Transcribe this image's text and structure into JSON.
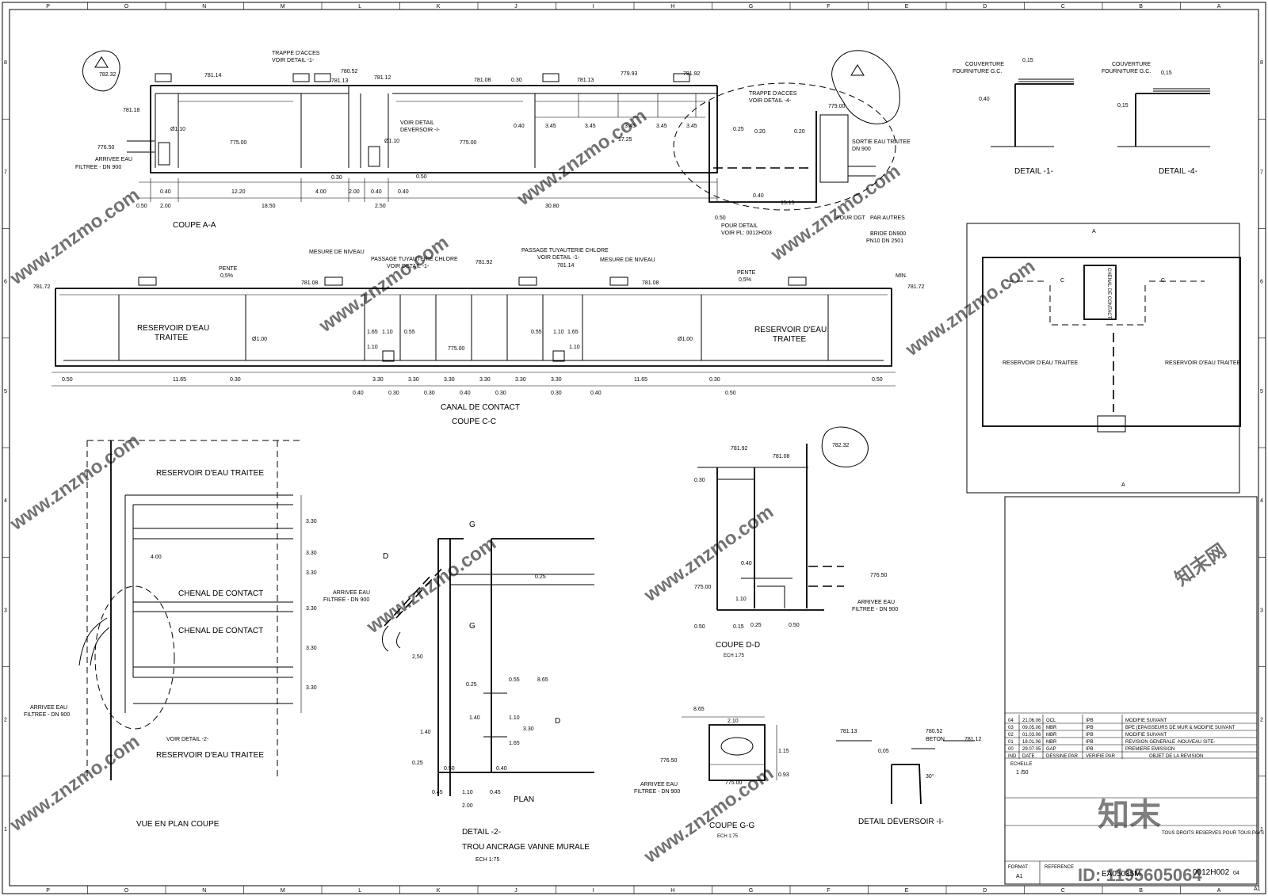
{
  "frame": {
    "columns": [
      "P",
      "O",
      "N",
      "M",
      "L",
      "K",
      "J",
      "I",
      "H",
      "G",
      "F",
      "E",
      "D",
      "C",
      "B",
      "A"
    ],
    "rows": [
      "8",
      "7",
      "6",
      "5",
      "4",
      "3",
      "2",
      "1"
    ]
  },
  "coupe_aa": {
    "title": "COUPE A-A",
    "trappe": "TRAPPE D'ACCES",
    "voir1": "VOIR DETAIL -1-",
    "trappe2": "TRAPPE D'ACCES",
    "voir4": "VOIR DETAIL -4-",
    "voir_dev": "VOIR DETAIL",
    "deversoir": "DEVERSOIR -I-",
    "arrivee": "ARRIVEE EAU",
    "filtree": "FILTREE - DN 900",
    "sortie": "SORTIE EAU TRAITEE",
    "dn900": "DN 900",
    "pour_detail": "POUR DETAIL",
    "voir_pl": "VOIR PL: 0012H003",
    "pour_dgt": "POUR DGT",
    "par_autres": "PAR AUTRES",
    "bride": "BRIDE DN900",
    "pn10": "PN10 DN 2501",
    "levels": {
      "l78232": "782.32",
      "l78118": "781.18",
      "l77650": "776.50",
      "l78114": "781.14",
      "l78052": "780.52",
      "l78113": "781.13",
      "l78112": "781.12",
      "l78108": "781.08",
      "l78113b": "781.13",
      "l77993": "779.93",
      "l78192": "781.92",
      "l77900": "779.00",
      "l77500": "775.00",
      "l77500b": "775.00",
      "l1515": "15.15"
    },
    "dims": {
      "d050": "0.50",
      "d040": "0.40",
      "d200": "2.00",
      "d1850": "18.50",
      "d1220": "12.20",
      "d400": "4.00",
      "d200b": "2.00",
      "d040b": "0.40",
      "d250": "2.50",
      "d3080": "30.80",
      "d030": "0.30",
      "d050b": "0.50",
      "d040c": "0.40",
      "d345a": "3.45",
      "d345b": "3.45",
      "d345c": "3.45",
      "d345d": "3.45",
      "d345e": "3.45",
      "d1725": "17.25",
      "d040d": "0.40",
      "d030b": "0.30",
      "d025": "0.25",
      "d020": "0.20",
      "d020b": "0.20",
      "d040e": "0.40",
      "d050c": "0.50",
      "d110": "Ø1.10",
      "d110b": "Ø1.10"
    }
  },
  "coupe_cc": {
    "title": "COUPE C-C",
    "canal": "CANAL DE CONTACT",
    "mesure1": "MESURE DE NIVEAU",
    "mesure2": "MESURE DE NIVEAU",
    "passage1": "PASSAGE TUYAUTERIE CHLORE",
    "passage1b": "VOIR DETAIL -1-",
    "passage2": "PASSAGE TUYAUTERIE CHLORE",
    "passage2b": "VOIR DETAIL -1-",
    "pente1": "PENTE",
    "pente1v": "0,5%",
    "pente2": "PENTE",
    "pente2v": "0,5%",
    "reservoir1a": "RESERVOIR D'EAU",
    "reservoir1b": "TRAITEE",
    "reservoir2a": "RESERVOIR D'EAU",
    "reservoir2b": "TRAITEE",
    "min": "MIN.",
    "levels": {
      "a": "781.72",
      "b": "781.08",
      "c": "781.92",
      "d": "781.14",
      "e": "781.08",
      "f": "781.72",
      "g": "775.00"
    },
    "dims": [
      "0.50",
      "0.30",
      "11.65",
      "3.30",
      "3.30",
      "3.30",
      "3.30",
      "3.30",
      "3.30",
      "11.65",
      "0.30",
      "0.50"
    ],
    "dims2": [
      "0.40",
      "0.30",
      "0.30",
      "0.40",
      "0.30",
      "0.30",
      "0.40",
      "0.50"
    ],
    "small": {
      "a": "1.65",
      "b": "1.10",
      "c": "0.55",
      "d": "0.55",
      "e": "1.10",
      "f": "1.65",
      "g": "1.10",
      "h": "1.10",
      "i": "Ø1.00",
      "j": "Ø1.00"
    }
  },
  "plan_vue": {
    "title": "VUE EN PLAN COUPE",
    "res1": "RESERVOIR D'EAU TRAITEE",
    "chenal1": "CHENAL DE CONTACT",
    "chenal2": "CHENAL DE CONTACT",
    "res2": "RESERVOIR D'EAU TRAITEE",
    "voir2": "VOIR DETAIL -2-",
    "arrivee": "ARRIVEE EAU",
    "filtree": "FILTREE - DN 900",
    "d400": "4.00",
    "d330": [
      "3.30",
      "3.30",
      "3.30",
      "3.30",
      "3.30",
      "3.30"
    ]
  },
  "detail2": {
    "title": "DETAIL -2-",
    "sub": "TROU ANCRAGE VANNE MURALE",
    "ech": "ECH 1:75",
    "plan": "PLAN",
    "arrivee": "ARRIVEE EAU",
    "filtree": "FILTREE - DN 900",
    "g1": "G",
    "g2": "G",
    "d1": "D",
    "d2": "D",
    "dims": {
      "a": "2,50",
      "b": "0.25",
      "c": "8.65",
      "d": "0.55",
      "e": "0.25",
      "f": "1.40",
      "g": "1.10",
      "h": "3.30",
      "i": "1.40",
      "j": "1.65",
      "k": "0.25",
      "l": "0.50",
      "m": "0.40",
      "n": "0.45",
      "o": "1.10",
      "p": "0.45",
      "q": "2.00"
    }
  },
  "coupe_dd": {
    "title": "COUPE D-D",
    "ech": "ECH 1:75",
    "arrivee": "ARRIVEE EAU",
    "filtree": "FILTREE - DN 900",
    "levels": {
      "a": "781.92",
      "b": "781.08",
      "c": "782.32",
      "d": "775.00",
      "e": "776.50"
    },
    "dims": {
      "a": "0.30",
      "b": "0.40",
      "c": "1.10",
      "d": "0.50",
      "e": "0.15",
      "f": "0.25",
      "g": "0.50"
    }
  },
  "coupe_gg": {
    "title": "COUPE G-G",
    "ech": "ECH 1:75",
    "arrivee": "ARRIVEE EAU",
    "filtree": "FILTREE - DN 900",
    "dims": {
      "a": "8.65",
      "b": "2.10",
      "c": "1.15",
      "d": "0.93"
    },
    "levels": {
      "a": "776.50",
      "b": "775.00"
    }
  },
  "detail_dev": {
    "title": "DETAIL DÉVERSOIR -I-",
    "beton": "BETON",
    "levels": {
      "a": "781.13",
      "b": "780.52",
      "c": "781.12"
    },
    "dims": {
      "a": "0,05",
      "b": "30°"
    }
  },
  "detail1": {
    "title": "DETAIL -1-",
    "couverture": "COUVERTURE",
    "fourniture": "FOURNITURE G.C.",
    "d1": "0,15",
    "d2": "0,40"
  },
  "detail4": {
    "title": "DETAIL -4-",
    "couverture": "COUVERTURE",
    "fourniture": "FOURNITURE G.C.",
    "d1": "0,15",
    "d2": "0,15"
  },
  "keyplan": {
    "res1": "RESERVOIR D'EAU TRAITEE",
    "res2": "RESERVOIR D'EAU TRAITEE",
    "chenal": "CHENAL DE CONTACT",
    "c1": "C",
    "c2": "C",
    "a1": "A",
    "a2": "A"
  },
  "revisions": [
    {
      "ind": "04",
      "date": "21.06.06",
      "dessine": "OCL",
      "verifie": "IPB",
      "objet": "MODIFIE SUIVANT"
    },
    {
      "ind": "03",
      "date": "09.05.06",
      "dessine": "MBR",
      "verifie": "IPB",
      "objet": "BPE (EPAISSEURS DE MUR & MODIFIE SUIVANT"
    },
    {
      "ind": "02",
      "date": "01.03.06",
      "dessine": "MBR",
      "verifie": "IPB",
      "objet": "MODIFIE SUIVANT"
    },
    {
      "ind": "01",
      "date": "18.01.06",
      "dessine": "MBR",
      "verifie": "IPB",
      "objet": "REVISION GENERALE -NOUVEAU SITE-"
    },
    {
      "ind": "00",
      "date": "29.07.05",
      "dessine": "GAP",
      "verifie": "IPB",
      "objet": "PREMIERE EMISSION"
    }
  ],
  "revision_headers": {
    "ind": "IND",
    "date": "DATE",
    "dessine": "DESSINE PAR",
    "verifie": "VERIFIE PAR",
    "objet": "OBJET DE LA REVISION"
  },
  "titleblock": {
    "echelle_label": "ECHELLE",
    "echelle": "1 /50",
    "droits": "TOUS DROITS RESERVES POUR TOUS PAYS",
    "format_label": "FORMAT :",
    "format": "A1",
    "reference_label": "REFERENCE",
    "ref": "EA05035M",
    "plan_no": "0012H002",
    "ind": "04",
    "sheet": "A1"
  },
  "watermark": {
    "site": "www.znzmo.com",
    "brand": "知末网",
    "logo": "知末",
    "id": "ID: 1195605064"
  }
}
